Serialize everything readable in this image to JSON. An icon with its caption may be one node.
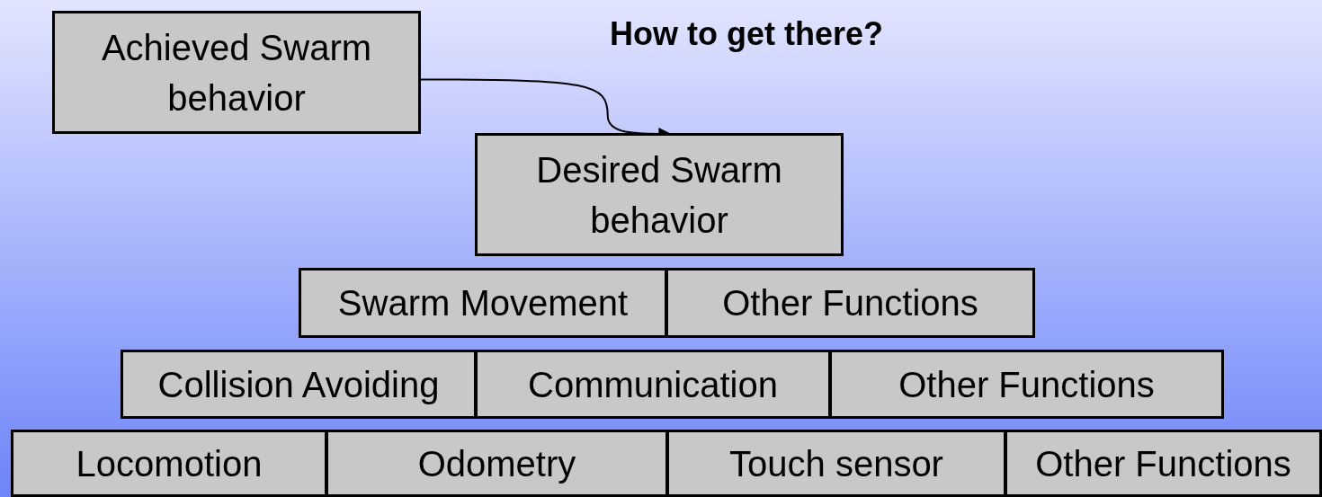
{
  "diagram": {
    "title": "How to get there?",
    "nodes": [
      {
        "text": [
          "Achieved Swarm behavior"
        ]
      },
      {
        "text": [
          "Desired Swarm behavior"
        ]
      },
      {
        "text": [
          "Swarm Movement"
        ]
      },
      {
        "text": [
          "Other Functions"
        ]
      },
      {
        "text": [
          "Collision Avoiding"
        ]
      },
      {
        "text": [
          "Communication"
        ]
      },
      {
        "text": [
          "Other Functions"
        ]
      },
      {
        "text": [
          "Locomotion"
        ]
      },
      {
        "text": [
          "Odometry"
        ]
      },
      {
        "text": [
          "Touch sensor"
        ]
      },
      {
        "text": [
          "Other Functions"
        ]
      }
    ],
    "edges": [
      {
        "from": 0,
        "to": 1,
        "arrow": "to"
      }
    ]
  }
}
